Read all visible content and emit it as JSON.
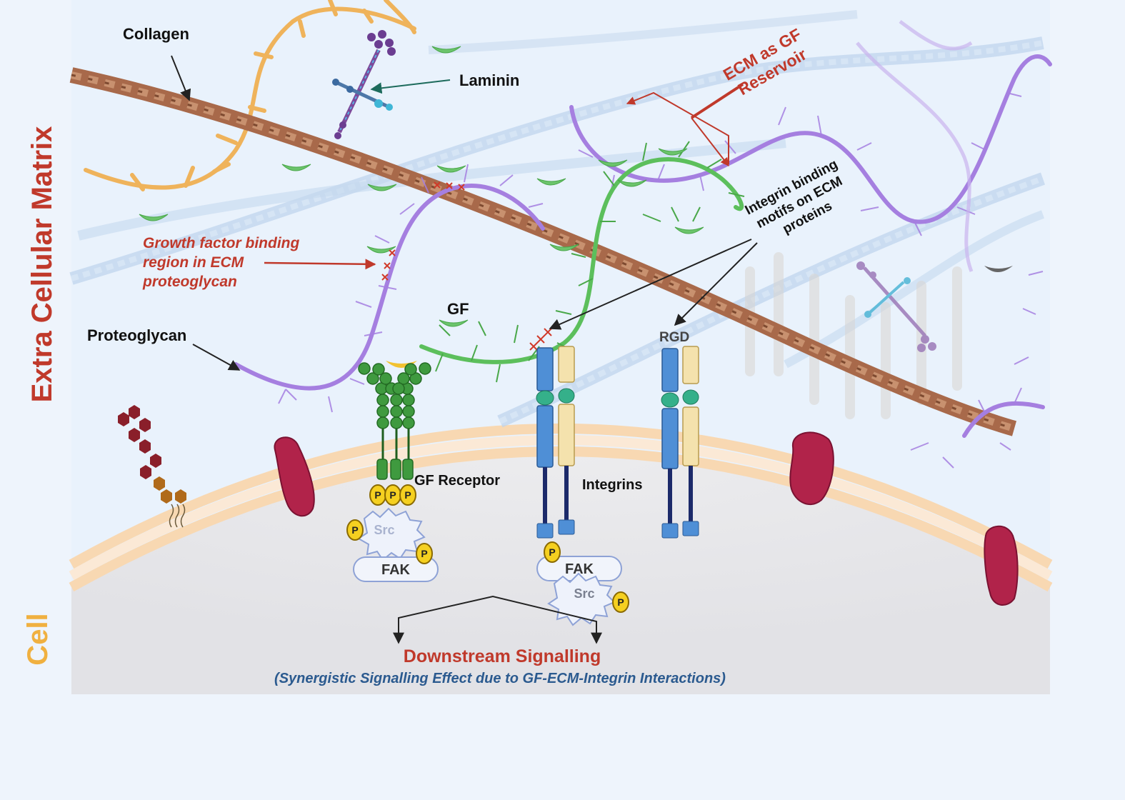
{
  "side_labels": {
    "ecm": "Extra Cellular Matrix",
    "cell": "Cell"
  },
  "labels": {
    "collagen": "Collagen",
    "laminin": "Laminin",
    "ecm_reservoir_1": "ECM as GF",
    "ecm_reservoir_2": "Reservoir",
    "gf_binding_1": "Growth factor binding",
    "gf_binding_2": "region in ECM",
    "gf_binding_3": "proteoglycan",
    "integrin_motifs_1": "Integrin binding",
    "integrin_motifs_2": "motifs on ECM",
    "integrin_motifs_3": "proteins",
    "proteoglycan": "Proteoglycan",
    "gf": "GF",
    "rgd": "RGD",
    "gf_receptor": "GF Receptor",
    "integrins": "Integrins",
    "phospho": "P",
    "src": "Src",
    "fak": "FAK",
    "downstream": "Downstream Signalling",
    "synergy": "(Synergistic Signalling Effect due to GF-ECM-Integrin Interactions)"
  },
  "colors": {
    "ecm_red": "#c0392b",
    "cell_orange": "#f0b040",
    "collagen_brown": "#a8694a",
    "proteoglycan_purple": "#a57fe0",
    "gf_green": "#5cbf5c",
    "integrin_blue": "#4f8fd6",
    "integrin_beige": "#f4e2ad",
    "phospho_yellow": "#f5d020",
    "synergy_blue": "#2b5a8f"
  }
}
